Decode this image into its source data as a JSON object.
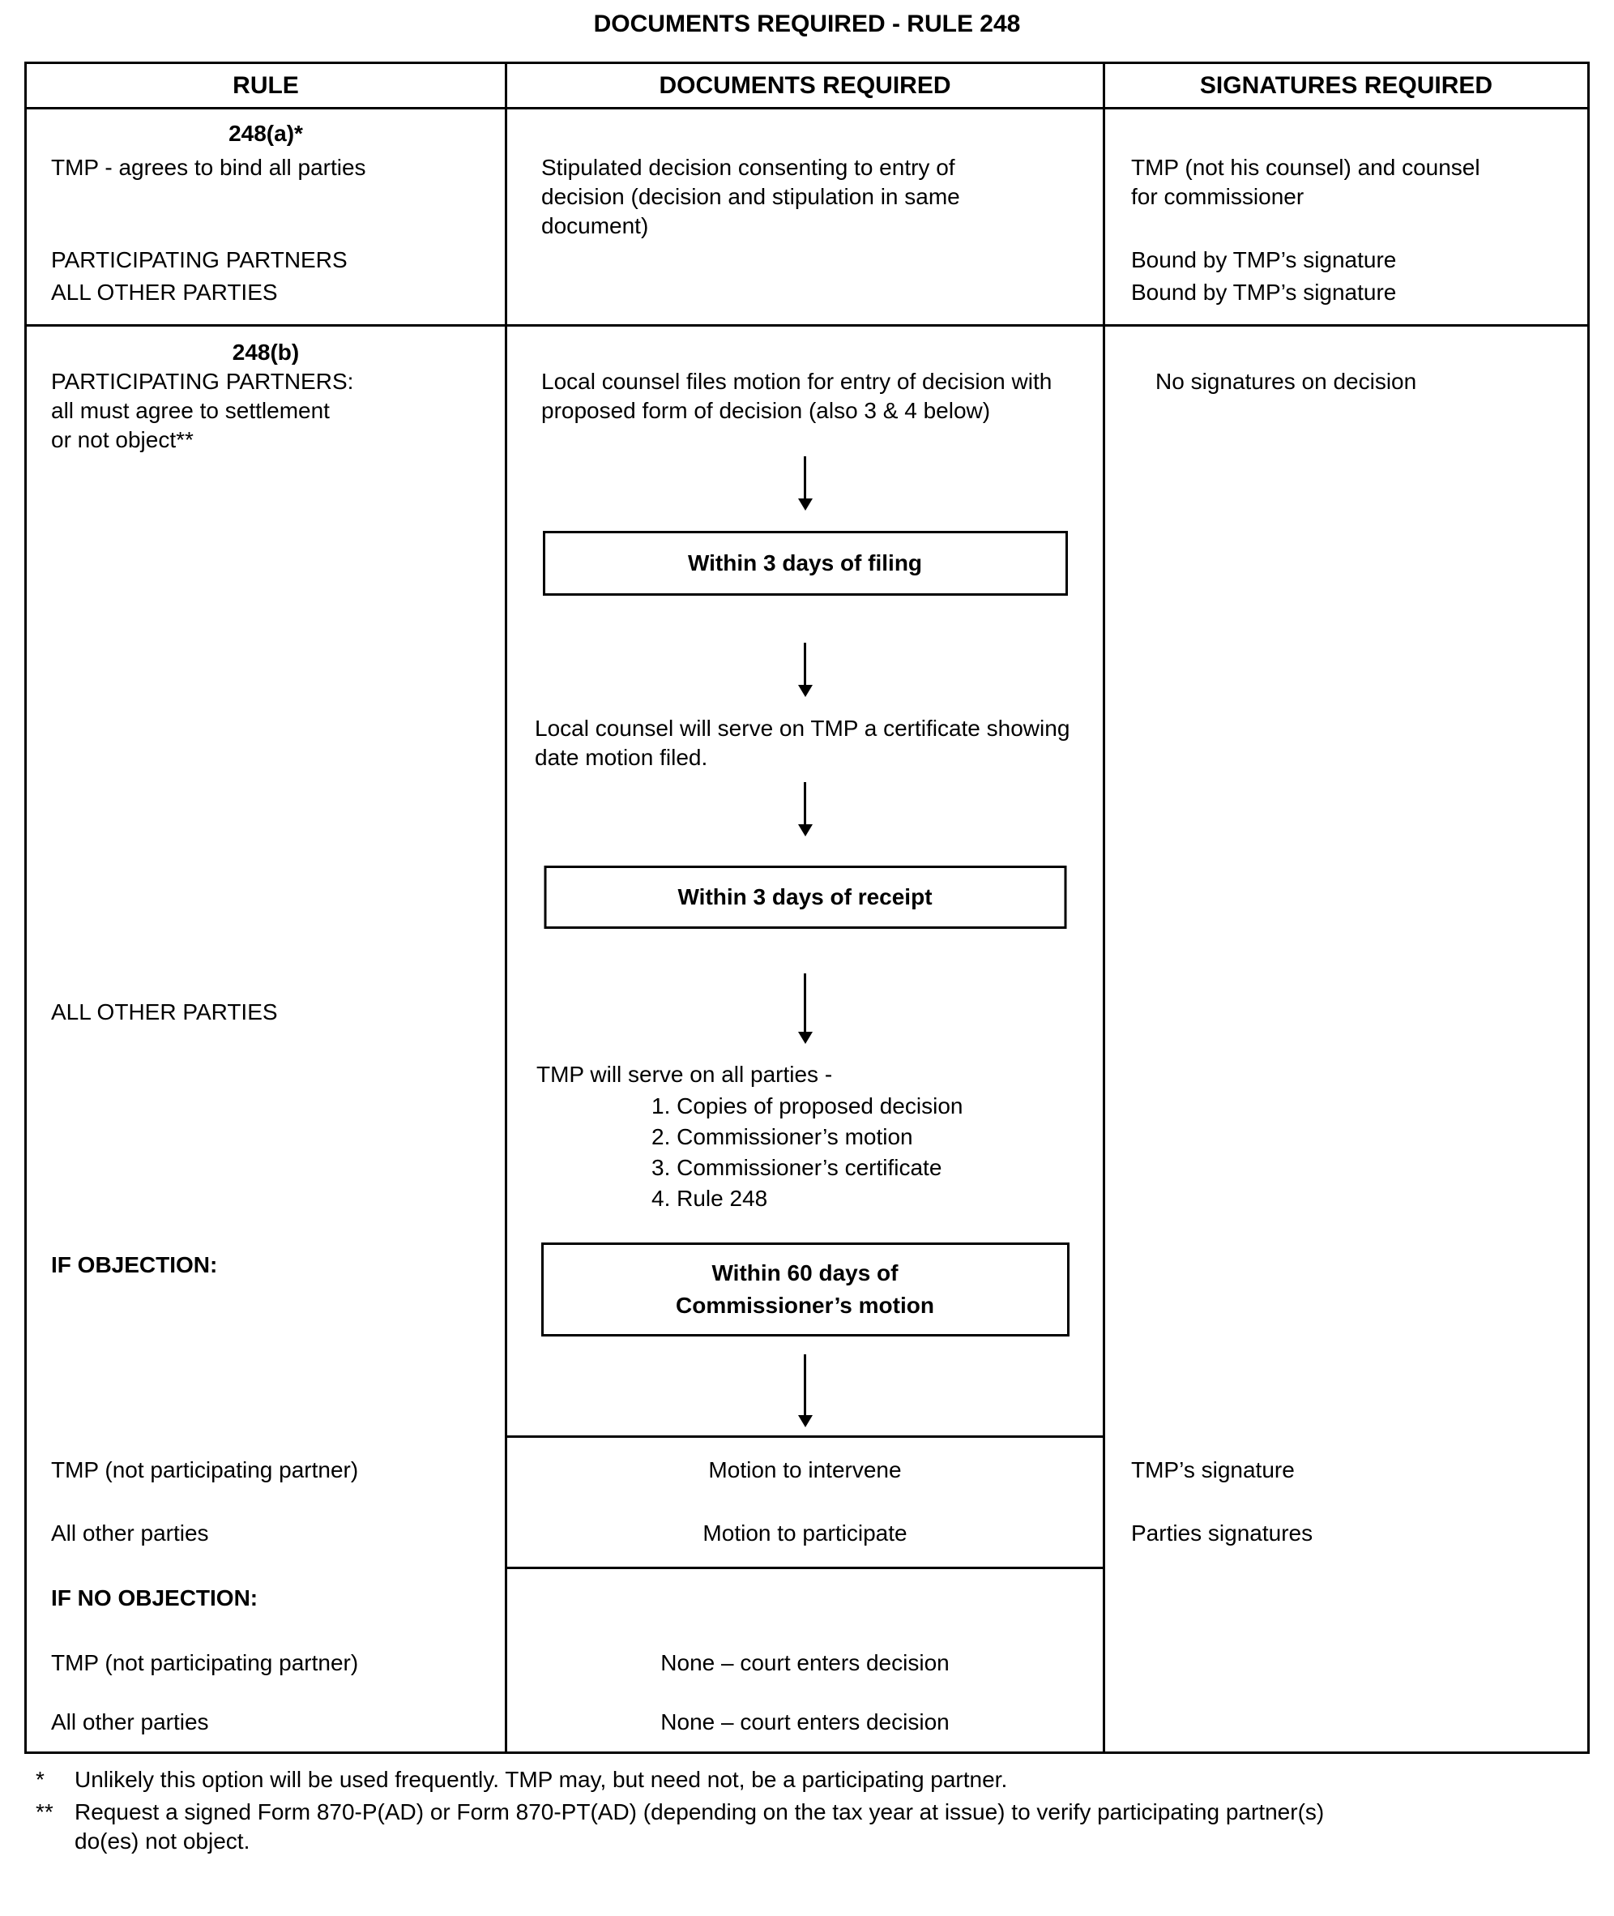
{
  "title": "DOCUMENTS REQUIRED - RULE 248",
  "headers": {
    "rule": "RULE",
    "documents": "DOCUMENTS REQUIRED",
    "signatures": "SIGNATURES REQUIRED"
  },
  "row_a": {
    "rule_id": "248(a)*",
    "rule_desc": "TMP - agrees to bind all parties",
    "rule_party1": "PARTICIPATING PARTNERS",
    "rule_party2": "ALL OTHER PARTIES",
    "documents": "Stipulated decision consenting to entry of decision (decision and stipulation in same document)",
    "sig_top": "TMP (not his counsel) and counsel for commissioner",
    "sig_party1": "Bound by TMP’s signature",
    "sig_party2": "Bound by TMP’s signature"
  },
  "row_b": {
    "rule_id": "248(b)",
    "rule_intro": "PARTICIPATING PARTNERS:\nall must agree to settlement\nor not object**",
    "rule_all_other": "ALL OTHER PARTIES",
    "sig_top": "No signatures on decision",
    "flow": {
      "step1": "Local counsel files motion for entry of decision with proposed form of decision (also 3 & 4 below)",
      "box1": "Within 3 days of filing",
      "step2": "Local counsel will serve on TMP a certificate showing date motion filed.",
      "box2": "Within 3 days of receipt",
      "step3_intro": "TMP will serve on all parties -",
      "step3_items": [
        "1. Copies of proposed decision",
        "2. Commissioner’s motion",
        "3. Commissioner’s certificate",
        "4. Rule 248"
      ],
      "box3": "Within 60 days of\nCommissioner’s motion"
    },
    "objection": {
      "label": "IF OBJECTION:",
      "row1": {
        "rule": "TMP (not participating partner)",
        "doc": "Motion to intervene",
        "sig": "TMP’s signature"
      },
      "row2": {
        "rule": "All other parties",
        "doc": "Motion to participate",
        "sig": "Parties signatures"
      }
    },
    "no_objection": {
      "label": "IF NO OBJECTION:",
      "row1": {
        "rule": "TMP (not participating partner)",
        "doc": "None – court enters decision"
      },
      "row2": {
        "rule": "All other parties",
        "doc": "None – court enters decision"
      }
    }
  },
  "footnotes": [
    {
      "marker": "*",
      "text": "Unlikely this option will be used frequently.  TMP may, but need not, be a participating partner."
    },
    {
      "marker": "**",
      "text": "Request a signed Form 870-P(AD) or Form 870-PT(AD) (depending on the tax year at issue) to verify participating partner(s) do(es) not object."
    }
  ]
}
